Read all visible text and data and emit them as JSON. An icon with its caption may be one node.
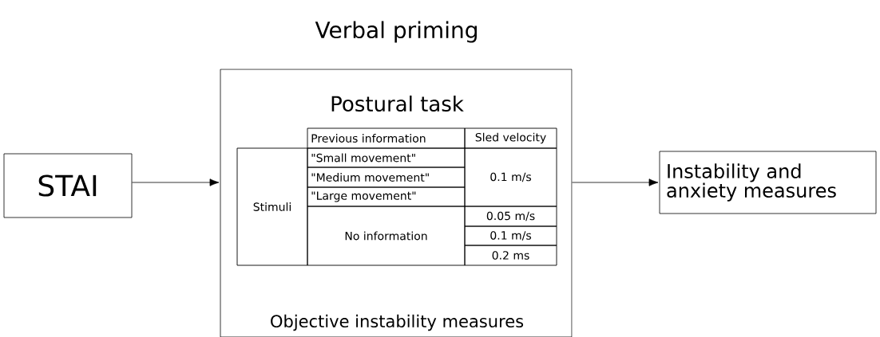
{
  "diagram": {
    "title": "Verbal priming",
    "nodes": [
      {
        "text": [
          "STAI"
        ]
      },
      {
        "text": [
          "Postural task",
          "Objective instability measures"
        ]
      },
      {
        "text": [
          "Instability and anxiety measures"
        ]
      }
    ],
    "edges": [
      {
        "from": 0,
        "to": 1,
        "arrow": "to"
      },
      {
        "from": 1,
        "to": 2,
        "arrow": "to"
      }
    ],
    "labels": [
      "Previous information",
      "Sled velocity",
      "Stimuli",
      "\"Small movement\"",
      "0.1 m/s",
      "\"Medium movement\"",
      "\"Large movement\"",
      "No information",
      "0.05 m/s",
      "0.1 m/s",
      "0.2 ms"
    ]
  }
}
